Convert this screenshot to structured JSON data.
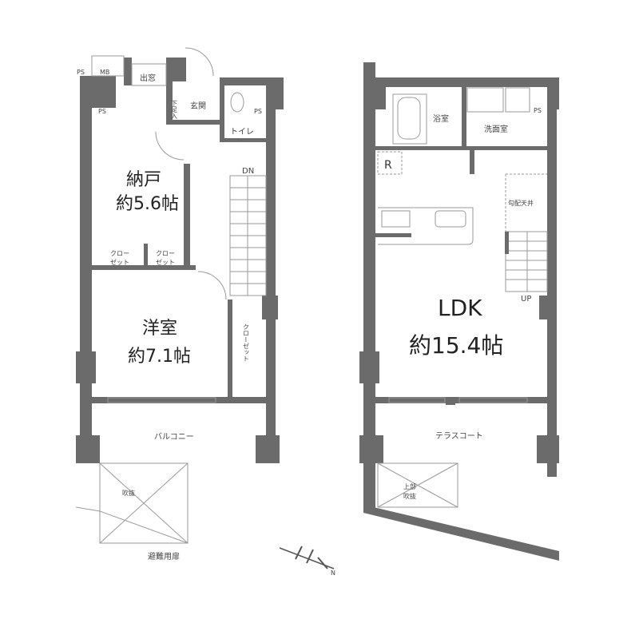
{
  "left_unit": {
    "ps_labels": [
      "PS",
      "PS",
      "PS"
    ],
    "mb": "MB",
    "bay_window": "出窓",
    "shoe_closet": "下足入",
    "entrance": "玄関",
    "toilet": "トイレ",
    "stairs_dn": "DN",
    "storage_room": {
      "name": "納戸",
      "size": "約5.6帖"
    },
    "closet_1": [
      "クロー",
      "ゼット"
    ],
    "closet_2": [
      "クロー",
      "ゼット"
    ],
    "western_room": {
      "name": "洋室",
      "size": "約7.1帖"
    },
    "closet_3": "クローゼット",
    "balcony": "バルコニー",
    "void": "吹抜",
    "evacuation_door": "避難用扉"
  },
  "right_unit": {
    "bath": "浴室",
    "washroom": "洗面室",
    "ps": "PS",
    "refrigerator": "R",
    "sloped_ceiling": "勾配天井",
    "stairs_up": "UP",
    "ldk": {
      "name": "LDK",
      "size": "約15.4帖"
    },
    "terrace": "テラスコート",
    "upper_void": [
      "上部",
      "吹抜"
    ]
  },
  "compass": {
    "label": "N"
  }
}
